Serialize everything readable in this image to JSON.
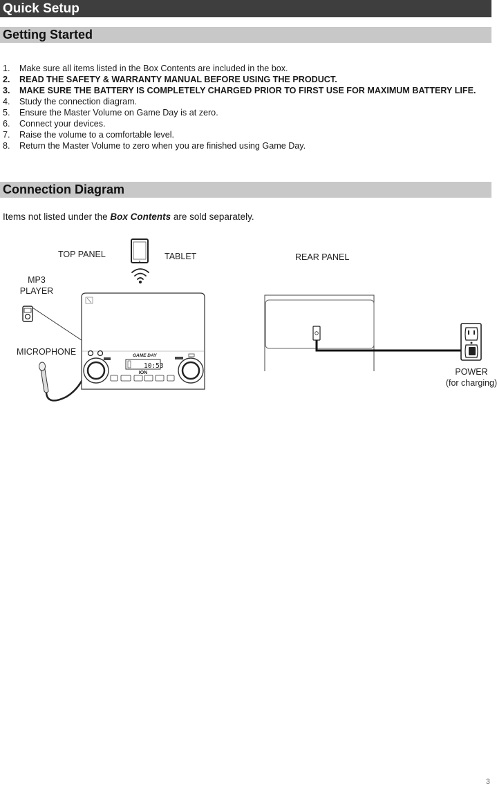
{
  "header": {
    "title": "Quick Setup"
  },
  "getting_started": {
    "heading": "Getting Started",
    "steps": [
      {
        "num": "1.",
        "text": "Make sure all items listed in the Box Contents are included in the box.",
        "bold": false
      },
      {
        "num": "2.",
        "text": "READ THE SAFETY & WARRANTY MANUAL BEFORE USING THE PRODUCT.",
        "bold": true
      },
      {
        "num": "3.",
        "text": "MAKE SURE THE BATTERY IS COMPLETELY CHARGED PRIOR TO FIRST USE FOR MAXIMUM BATTERY LIFE.",
        "bold": true
      },
      {
        "num": "4.",
        "text": "Study the connection diagram.",
        "bold": false
      },
      {
        "num": "5.",
        "text": "Ensure the Master Volume on Game Day is at zero.",
        "bold": false
      },
      {
        "num": "6.",
        "text": "Connect your devices.",
        "bold": false
      },
      {
        "num": "7.",
        "text": "Raise the volume to a comfortable level.",
        "bold": false
      },
      {
        "num": "8.",
        "text": "Return the Master Volume to zero when you are finished using Game Day.",
        "bold": false
      }
    ]
  },
  "connection": {
    "heading": "Connection Diagram",
    "intro_before": "Items not listed under the ",
    "intro_em": "Box Contents",
    "intro_after": " are sold separately."
  },
  "diagram": {
    "top_panel": "TOP PANEL",
    "tablet": "TABLET",
    "rear_panel": "REAR PANEL",
    "mp3_line1": "MP3",
    "mp3_line2": "PLAYER",
    "microphone": "MICROPHONE",
    "power_line1": "POWER",
    "power_line2": "(for charging)",
    "device_logo": "GAME DAY",
    "device_brand": "ION",
    "display_value": "10:53"
  },
  "page_number": "3"
}
